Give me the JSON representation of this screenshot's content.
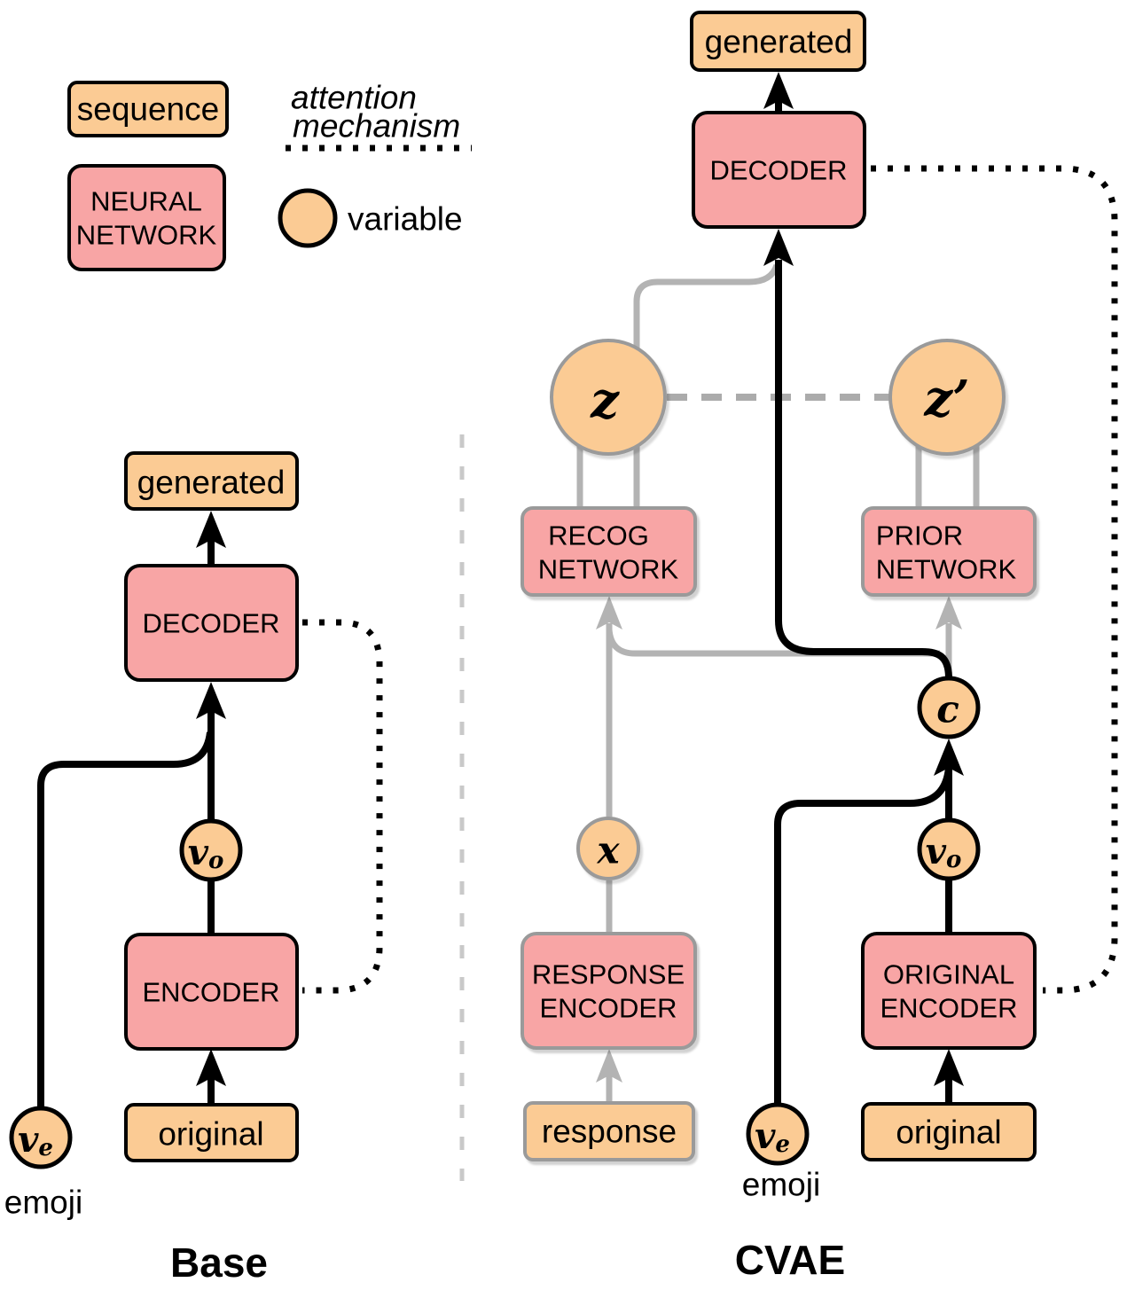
{
  "legend": {
    "sequence_label": "sequence",
    "neural_network_line1": "NEURAL",
    "neural_network_line2": "NETWORK",
    "attention_line1": "attention",
    "attention_line2": "mechanism",
    "variable_label": "variable"
  },
  "base": {
    "title": "Base",
    "generated_label": "generated",
    "decoder_label": "DECODER",
    "encoder_label": "ENCODER",
    "original_label": "original",
    "vo_base": "v",
    "vo_sub": "o",
    "ve_base": "v",
    "ve_sub": "e",
    "emoji_label": "emoji"
  },
  "cvae": {
    "title": "CVAE",
    "generated_label": "generated",
    "decoder_label": "DECODER",
    "recog_line1": "RECOG",
    "recog_line2": "NETWORK",
    "prior_line1": "PRIOR",
    "prior_line2": "NETWORK",
    "response_encoder_line1": "RESPONSE",
    "response_encoder_line2": "ENCODER",
    "original_encoder_line1": "ORIGINAL",
    "original_encoder_line2": "ENCODER",
    "response_label": "response",
    "original_label": "original",
    "z_label": "z",
    "z_prime_label": "z’",
    "c_label": "c",
    "x_label": "x",
    "vo_base": "v",
    "vo_sub": "o",
    "ve_base": "v",
    "ve_sub": "e",
    "emoji_label": "emoji"
  },
  "colors": {
    "sequence_fill": "#FBCB94",
    "network_fill": "#F8A5A5",
    "outline_black": "#000000",
    "outline_gray": "#9A9A9A",
    "line_gray": "#B3B3B3",
    "dashed_link_gray": "#ABABAB",
    "divider_gray": "#C9C9C9"
  }
}
